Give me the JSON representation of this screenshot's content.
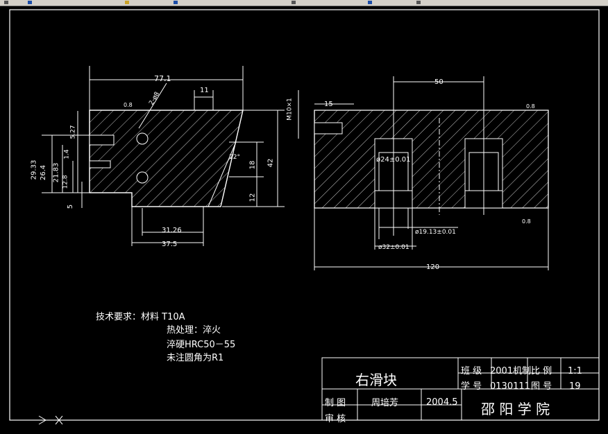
{
  "drawing": {
    "tech_requirements": {
      "line1": "技术要求：材料  T10A",
      "line2": "热处理：淬火",
      "line3": "淬硬HRC50－55",
      "line4": "未注圆角为R1"
    },
    "title_block": {
      "part_name": "右滑块",
      "class_label": "班  级",
      "class_value": "2001机制",
      "scale_label": "比  例",
      "scale_value": "1:1",
      "student_id_label": "学  号",
      "student_id_value": "0130111",
      "drawing_no_label": "图  号",
      "drawing_no_value": "19",
      "drawn_by_label": "制  图",
      "drawn_by_value": "周培芳",
      "date": "2004.5",
      "checked_label": "审  核",
      "school": "邵  阳  学  院"
    },
    "left_view_dims": {
      "width_top": "77.1",
      "d11": "11",
      "w31": "31.26",
      "w37": "37.5",
      "h42": "42",
      "h18": "18",
      "h12": "12",
      "h5": "5",
      "v29": "29.33",
      "v26": "26.4",
      "v21": "21.83",
      "v12": "12.8",
      "v27": "5.27",
      "v14": "1.4",
      "angle": "22°",
      "hole2": "2-ø8",
      "rough": "0.8"
    },
    "right_view_dims": {
      "d15": "15",
      "d50": "50",
      "d120": "120",
      "m10": "M10×1",
      "phi24": "ø24±0.01",
      "phi19": "ø19.13±0.01",
      "phi32": "ø32±0.01",
      "rough": "0.8"
    }
  },
  "colors": {
    "background": "#000000",
    "lines": "#ffffff",
    "toolbar": "#d4d0c8"
  }
}
